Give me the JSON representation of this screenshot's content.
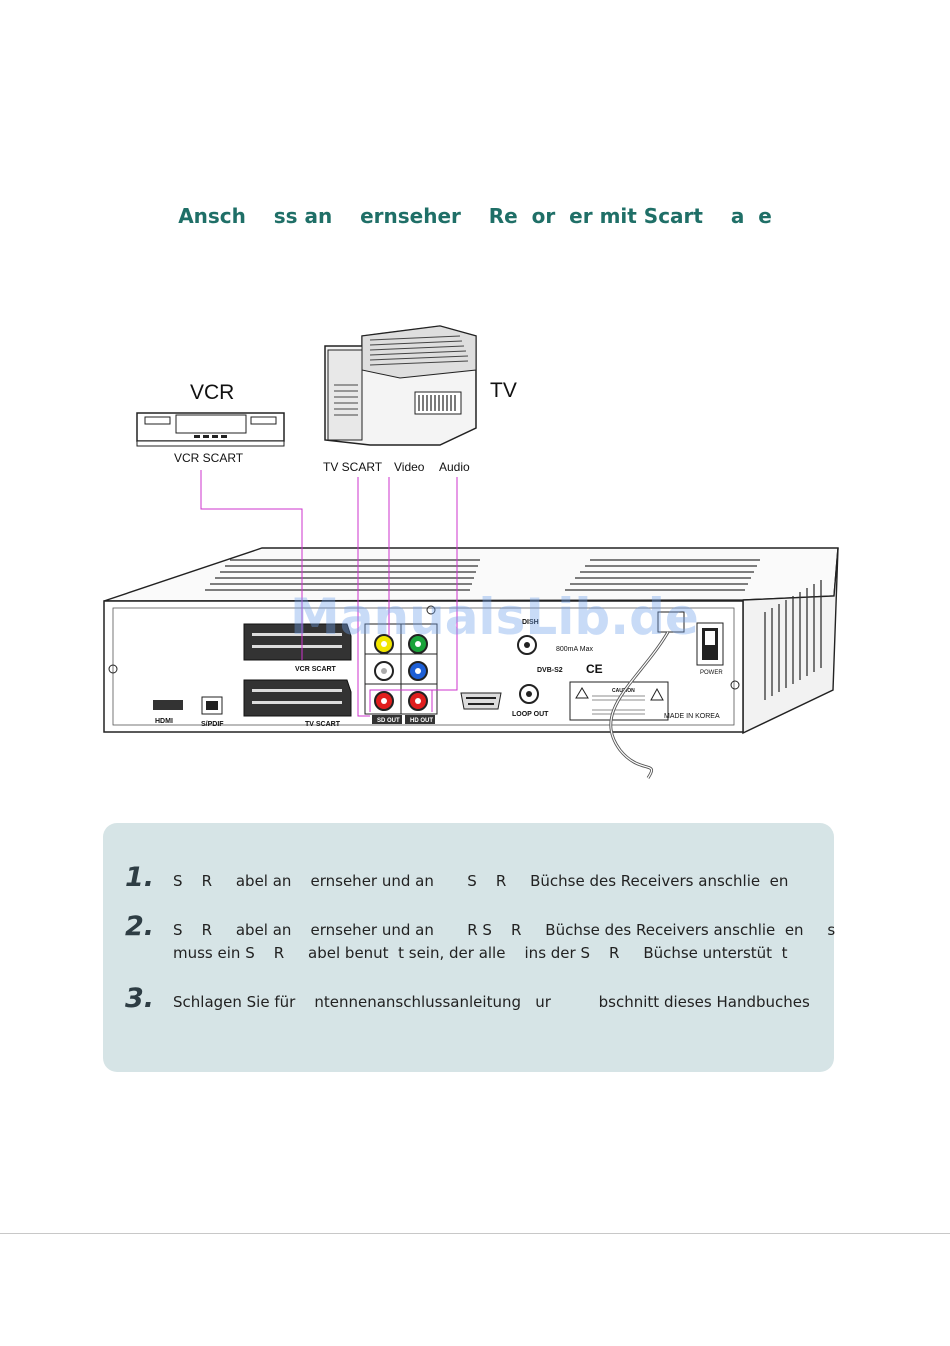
{
  "page": {
    "title": "Ansch    ss an    ernseher    Re  or  er mit Scart    a  e"
  },
  "diagram": {
    "vcr_label": "VCR",
    "vcr_scart_label": "VCR SCART",
    "tv_label": "TV",
    "tv_scart_label": "TV SCART",
    "video_label": "Video",
    "audio_label": "Audio",
    "panel": {
      "dish": "DISH",
      "dvb": "DVB-S2",
      "loop_out": "LOOP OUT",
      "ma": "800mA  Max",
      "vcr_scart": "VCR SCART",
      "tv_scart": "TV SCART",
      "hdmi": "HDMI",
      "spdif": "S/PDIF",
      "sd_out": "SD OUT",
      "hd_out": "HD OUT",
      "made_in": "MADE IN KOREA",
      "power": "POWER",
      "ce": "CE",
      "caution": "CAUTION"
    }
  },
  "watermark": "ManualsLib.de",
  "steps": [
    {
      "num": "1.",
      "text": "S    R     abel an    ernseher und an       S    R     Büchse des Receivers anschlie  en"
    },
    {
      "num": "2.",
      "text": "S    R     abel an    ernseher und an       R S    R     Büchse des Receivers anschlie  en     s\nmuss ein S    R     abel benut  t sein, der alle    ins der S    R     Büchse unterstüt  t"
    },
    {
      "num": "3.",
      "text": "Schlagen Sie für    ntennenanschlussanleitung   ur          bschnitt dieses Handbuches"
    }
  ],
  "colors": {
    "title": "#1f6f67",
    "box": "#d6e4e6",
    "wires": "#cc33cc"
  }
}
